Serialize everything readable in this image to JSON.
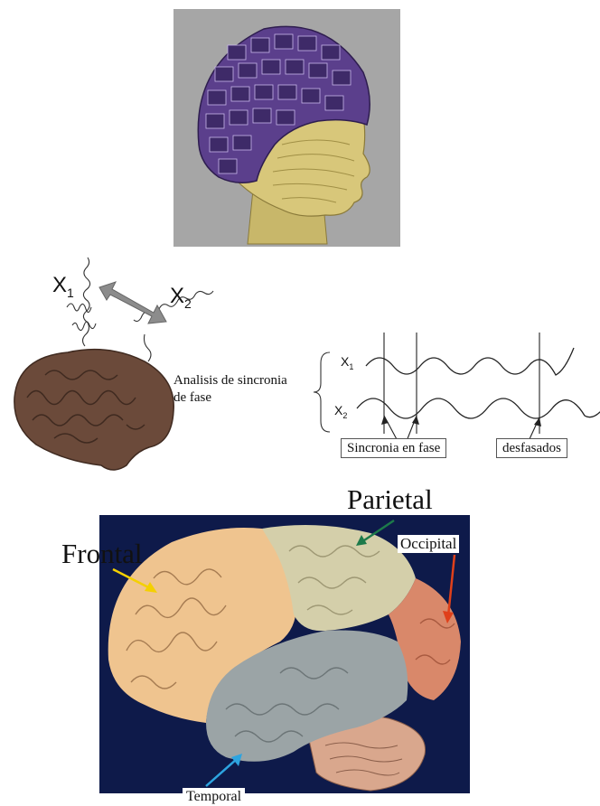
{
  "labels": {
    "x1_top": "X",
    "x1_top_sub": "1",
    "x2_top": "X",
    "x2_top_sub": "2",
    "analysis_line1": "Analisis de sincronia",
    "analysis_line2": "de fase",
    "x1_wave": "X",
    "x1_wave_sub": "1",
    "x2_wave": "X",
    "x2_wave_sub": "2",
    "in_phase": "Sincronia en fase",
    "out_of_phase": "desfasados"
  },
  "lobes": {
    "parietal": "Parietal",
    "frontal": "Frontal",
    "occipital": "Occipital",
    "temporal": "Temporal"
  },
  "colors": {
    "helmet_bg": "#a6a6a6",
    "helmet_purple": "#5b3f8c",
    "head_skin": "#d8c77a",
    "brain_brown": "#6b4a3a",
    "brain_bg": "#0e1a4a",
    "frontal": "#efc48f",
    "parietal": "#d4cfaa",
    "temporal": "#9ba4a6",
    "occipital": "#d9886a",
    "cerebellum": "#d9a78d",
    "arrow_frontal": "#f4d000",
    "arrow_parietal": "#1d7a4a",
    "arrow_occipital": "#e0401a",
    "arrow_temporal": "#2da4e0"
  }
}
